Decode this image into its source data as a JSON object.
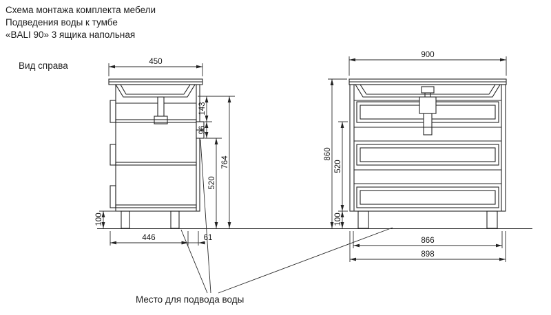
{
  "title": {
    "line1": "Схема монтажа комплекта мебели",
    "line2": "Подведения воды к тумбе",
    "line3": "«BALI 90» 3 ящика напольная"
  },
  "labels": {
    "side_view": "Вид справа",
    "water_supply": "Место для подвода воды"
  },
  "side_view": {
    "dims": {
      "width_top": "450",
      "d143": "143",
      "d96": "96",
      "d520": "520",
      "d764": "764",
      "leg_height": "100",
      "depth_bottom": "446",
      "back_gap": "61"
    }
  },
  "front_view": {
    "dims": {
      "width_top": "900",
      "height_total": "860",
      "d520": "520",
      "leg_height": "100",
      "width_feet": "866",
      "width_body": "898"
    }
  },
  "colors": {
    "line": "#232323",
    "text": "#151515",
    "background": "#ffffff"
  }
}
